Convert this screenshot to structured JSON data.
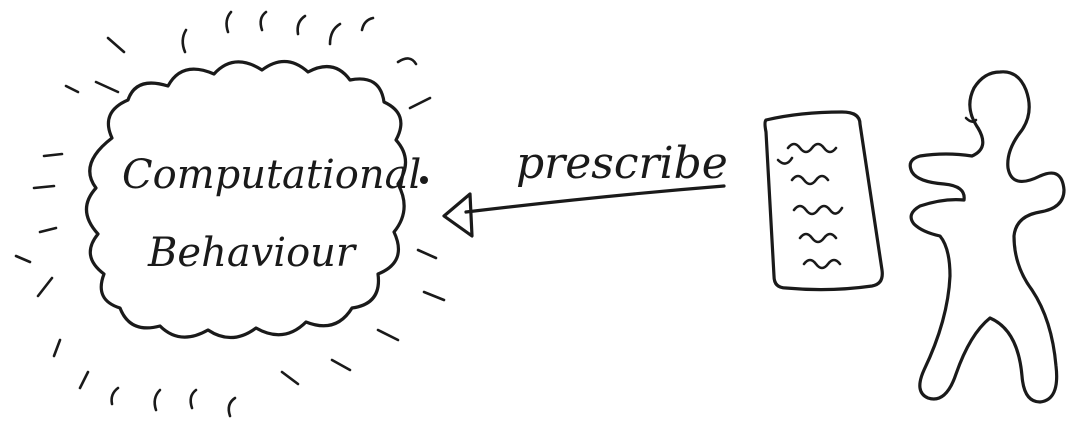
{
  "diagram": {
    "cloud": {
      "line1": "Computational",
      "line2": "Behaviour"
    },
    "arrow": {
      "label": "prescribe"
    },
    "icons": {
      "cloud": "cloud-icon",
      "document": "document-icon",
      "person": "person-icon",
      "arrow": "arrow-left-icon"
    },
    "colors": {
      "ink": "#1a1a1a",
      "background": "#ffffff"
    }
  }
}
